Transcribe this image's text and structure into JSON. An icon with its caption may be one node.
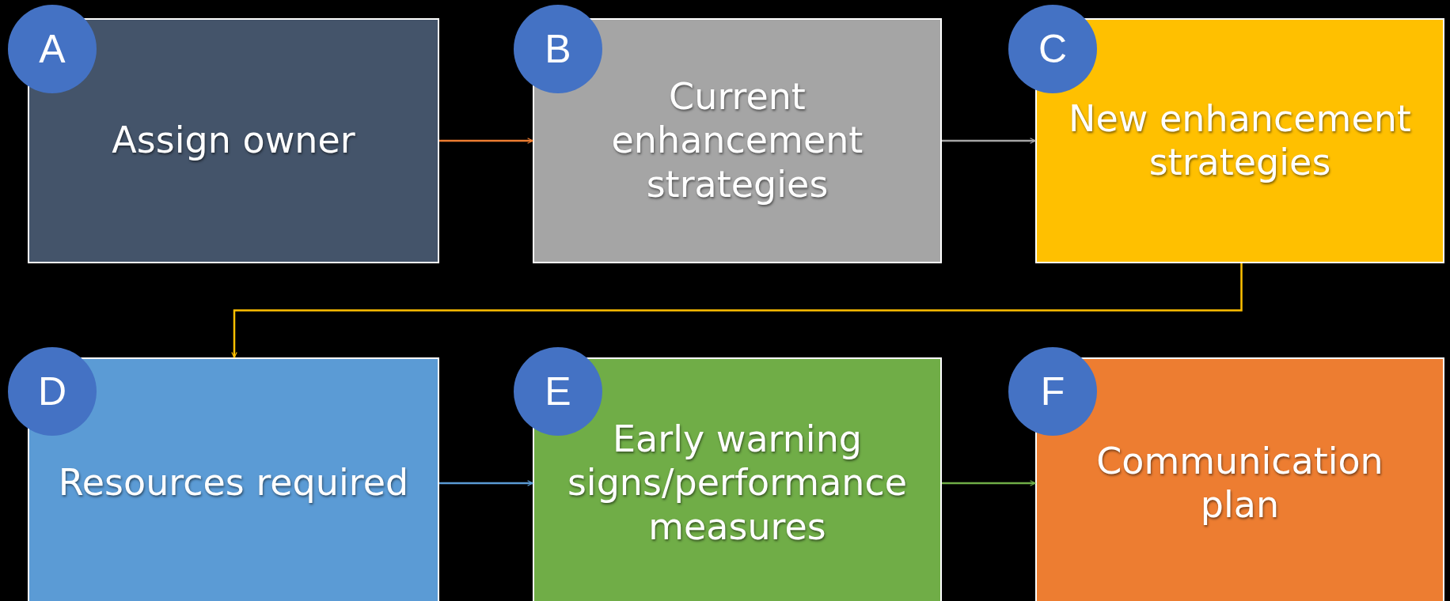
{
  "diagram": {
    "nodes": [
      {
        "text": [
          "A"
        ]
      },
      {
        "text": [
          "Assign owner"
        ]
      },
      {
        "text": [
          "B"
        ]
      },
      {
        "text": [
          "Current enhancement strategies"
        ]
      },
      {
        "text": [
          "C"
        ]
      },
      {
        "text": [
          "New enhancement strategies"
        ]
      },
      {
        "text": [
          "D"
        ]
      },
      {
        "text": [
          "Resources required"
        ]
      },
      {
        "text": [
          "E"
        ]
      },
      {
        "text": [
          "Early warning signs/performance measures"
        ]
      },
      {
        "text": [
          "F"
        ]
      },
      {
        "text": [
          "Communication plan"
        ]
      }
    ],
    "edges": [
      {
        "from": 1,
        "to": 3,
        "arrow": "to",
        "color": "#ed7d31"
      },
      {
        "from": 3,
        "to": 5,
        "arrow": "to",
        "color": "#a5a5a5"
      },
      {
        "from": 5,
        "to": 7,
        "arrow": "to",
        "color": "#ffc000"
      },
      {
        "from": 7,
        "to": 9,
        "arrow": "to",
        "color": "#5b9bd5"
      },
      {
        "from": 9,
        "to": 11,
        "arrow": "to",
        "color": "#70ad47"
      }
    ]
  }
}
